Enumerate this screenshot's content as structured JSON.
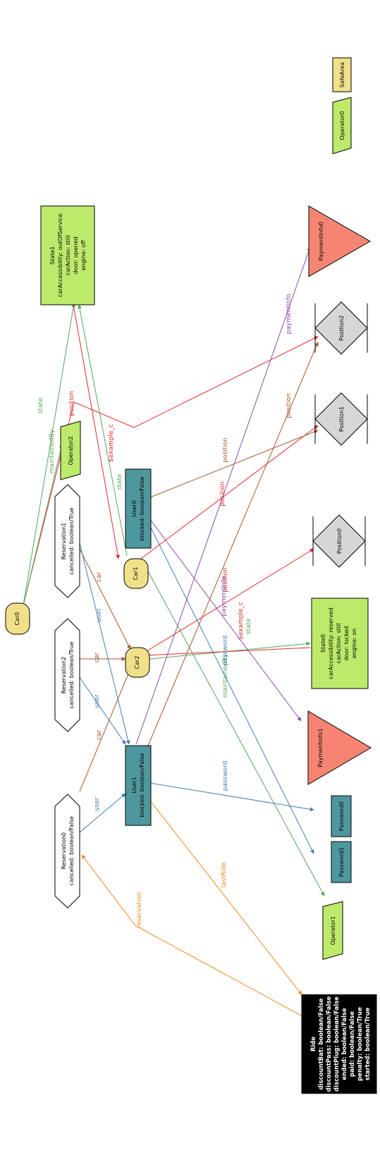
{
  "colors": {
    "car": "#f0e08a",
    "state": "#bdea6b",
    "user": "#4f979f",
    "operator": "#bdea6b",
    "safearea": "#f0e08a",
    "payment": "#f58572",
    "position": "#d6d6d6",
    "reservation": "#ffffff",
    "ride": "#000000",
    "edge_state": "#58a65b",
    "edge_position": "#e02b2b",
    "edge_car": "#a8552b",
    "edge_user": "#3f7fb5",
    "edge_password": "#3f7fb5",
    "edge_payment": "#8c4aa9",
    "edge_maintained": "#58a65b",
    "edge_orange": "#f08a24"
  },
  "nodes": {
    "car0": {
      "lines": [
        "Car0"
      ]
    },
    "car1": {
      "lines": [
        "Car1"
      ]
    },
    "car2": {
      "lines": [
        "Car2"
      ]
    },
    "state1": {
      "lines": [
        "State1",
        "carAccessibility: outOfService",
        "carAction: still",
        "door: opened",
        "engine: off"
      ]
    },
    "state0": {
      "lines": [
        "State0",
        "carAccessibility: reserved",
        "carAction: still",
        "door: locked",
        "engine: on"
      ]
    },
    "operator0": {
      "lines": [
        "Operator0"
      ]
    },
    "operator1": {
      "lines": [
        "Operator1"
      ]
    },
    "operator2": {
      "lines": [
        "Operator2"
      ]
    },
    "safearea": {
      "lines": [
        "SafeArea"
      ]
    },
    "payment0": {
      "lines": [
        "PaymentInfo0"
      ]
    },
    "payment1": {
      "lines": [
        "PaymentInfo1"
      ]
    },
    "position0": {
      "lines": [
        "Position0"
      ]
    },
    "position1": {
      "lines": [
        "Position1"
      ]
    },
    "position2": {
      "lines": [
        "Position2"
      ]
    },
    "user0": {
      "lines": [
        "User0",
        "blocked: boolean/False"
      ]
    },
    "user1": {
      "lines": [
        "User1",
        "blocked: boolean/False"
      ]
    },
    "password0": {
      "lines": [
        "Password0"
      ]
    },
    "password1": {
      "lines": [
        "Password1"
      ]
    },
    "reservation0": {
      "lines": [
        "Reservation0",
        "cancelled: boolean/False"
      ]
    },
    "reservation1": {
      "lines": [
        "Reservation1",
        "cancelled: boolean/True"
      ]
    },
    "reservation2": {
      "lines": [
        "Reservation2",
        "cancelled: boolean/True"
      ]
    },
    "ride": {
      "lines": [
        "Ride",
        "discountBat: boolean/False",
        "discountPass: boolean/False",
        "discountPlug: boolean/False",
        "ended: boolean/False",
        "paid: boolean/False",
        "penalty: boolean/True",
        "started: boolean/True"
      ]
    }
  },
  "edge_labels": {
    "state": "state",
    "position": "position",
    "maintainedBy": "maintainedBy",
    "example_c": "$example_c",
    "car": "car",
    "user": "user",
    "password": "password",
    "paymentInfo": "paymentInfo",
    "lastRide": "lastRide",
    "reservation": "reservation"
  }
}
